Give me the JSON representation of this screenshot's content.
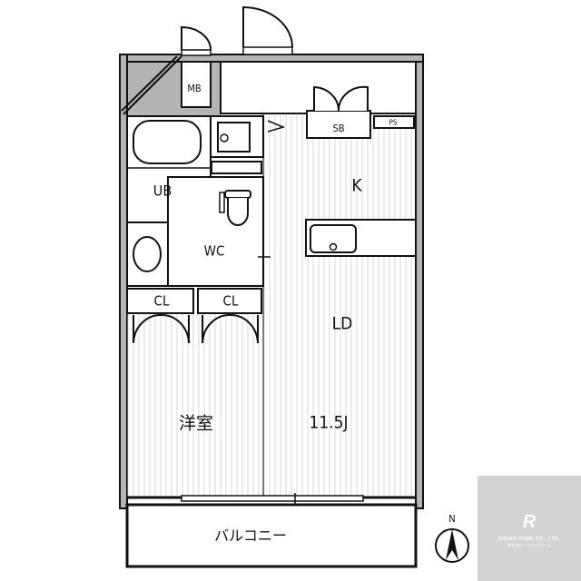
{
  "rooms": {
    "mb": "MB",
    "ub": "UB",
    "wc": "WC",
    "k": "K",
    "cl1": "CL",
    "cl2": "CL",
    "ld": "LD",
    "sb": "SB",
    "ps": "PS",
    "western_room": "洋室",
    "area": "11.5J",
    "balcony": "バルコニー"
  },
  "compass": {
    "north": "N"
  },
  "logo": {
    "company_en": "RISING HOME CO., LTD.",
    "company_jp": "株式会社ライジングホーム",
    "mark": "R"
  },
  "colors": {
    "wall": "#111111",
    "shade": "#b4b4b4",
    "logo_bg": "#d3d3d3"
  }
}
